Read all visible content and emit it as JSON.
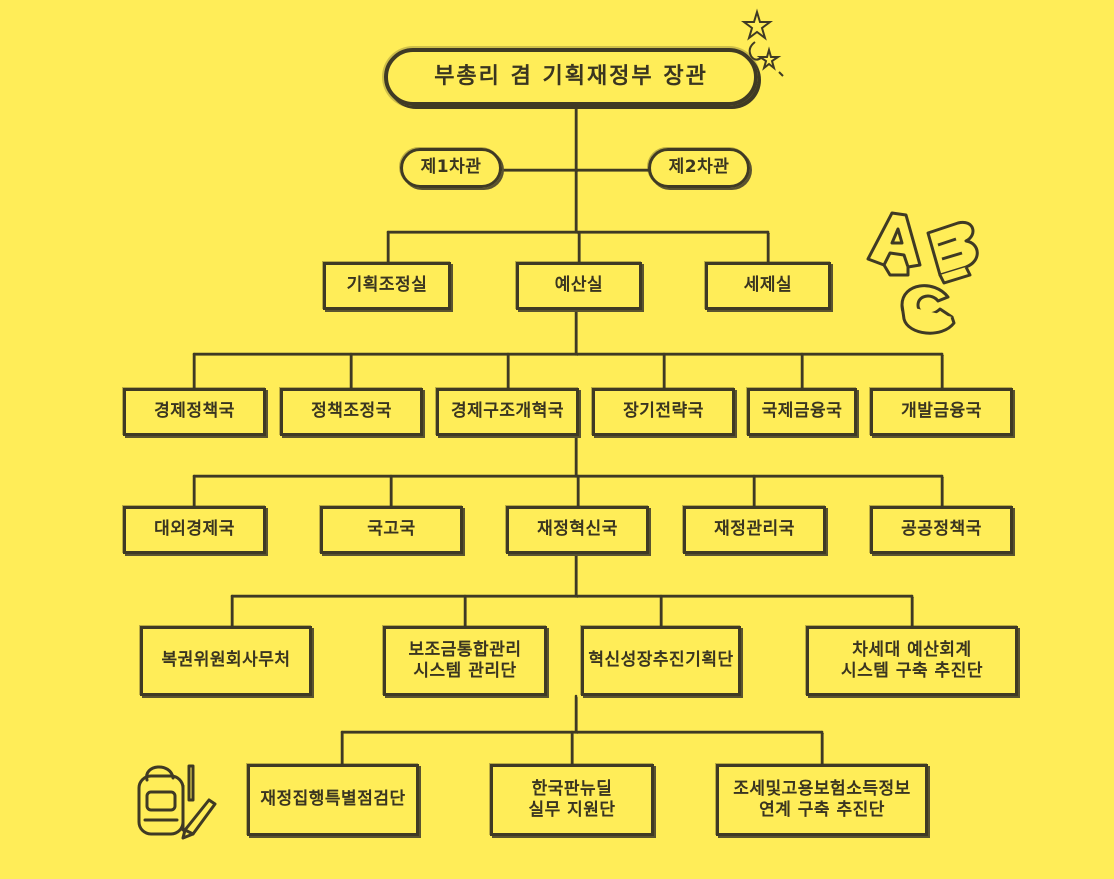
{
  "colors": {
    "background": "#FFED58",
    "ink": "#3f3a24"
  },
  "org": {
    "minister": "부총리 겸 기획재정부 장관",
    "vice_ministers": [
      "제1차관",
      "제2차관"
    ],
    "offices": [
      "기획조정실",
      "예산실",
      "세제실"
    ],
    "bureaus_row1": [
      "경제정책국",
      "정책조정국",
      "경제구조개혁국",
      "장기전략국",
      "국제금융국",
      "개발금융국"
    ],
    "bureaus_row2": [
      "대외경제국",
      "국고국",
      "재정혁신국",
      "재정관리국",
      "공공정책국"
    ],
    "units_row1": [
      "복권위원회사무처",
      "보조금통합관리\n시스템 관리단",
      "혁신성장추진기획단",
      "차세대 예산회계\n시스템 구축 추진단"
    ],
    "units_row2": [
      "재정집행특별점검단",
      "한국판뉴딜\n실무 지원단",
      "조세및고용보험소득정보\n연계 구축 추진단"
    ]
  },
  "decorations": {
    "letters": [
      "A",
      "B",
      "C"
    ],
    "icons": [
      "star-icon",
      "abc-blocks-icon",
      "backpack-icon"
    ]
  }
}
